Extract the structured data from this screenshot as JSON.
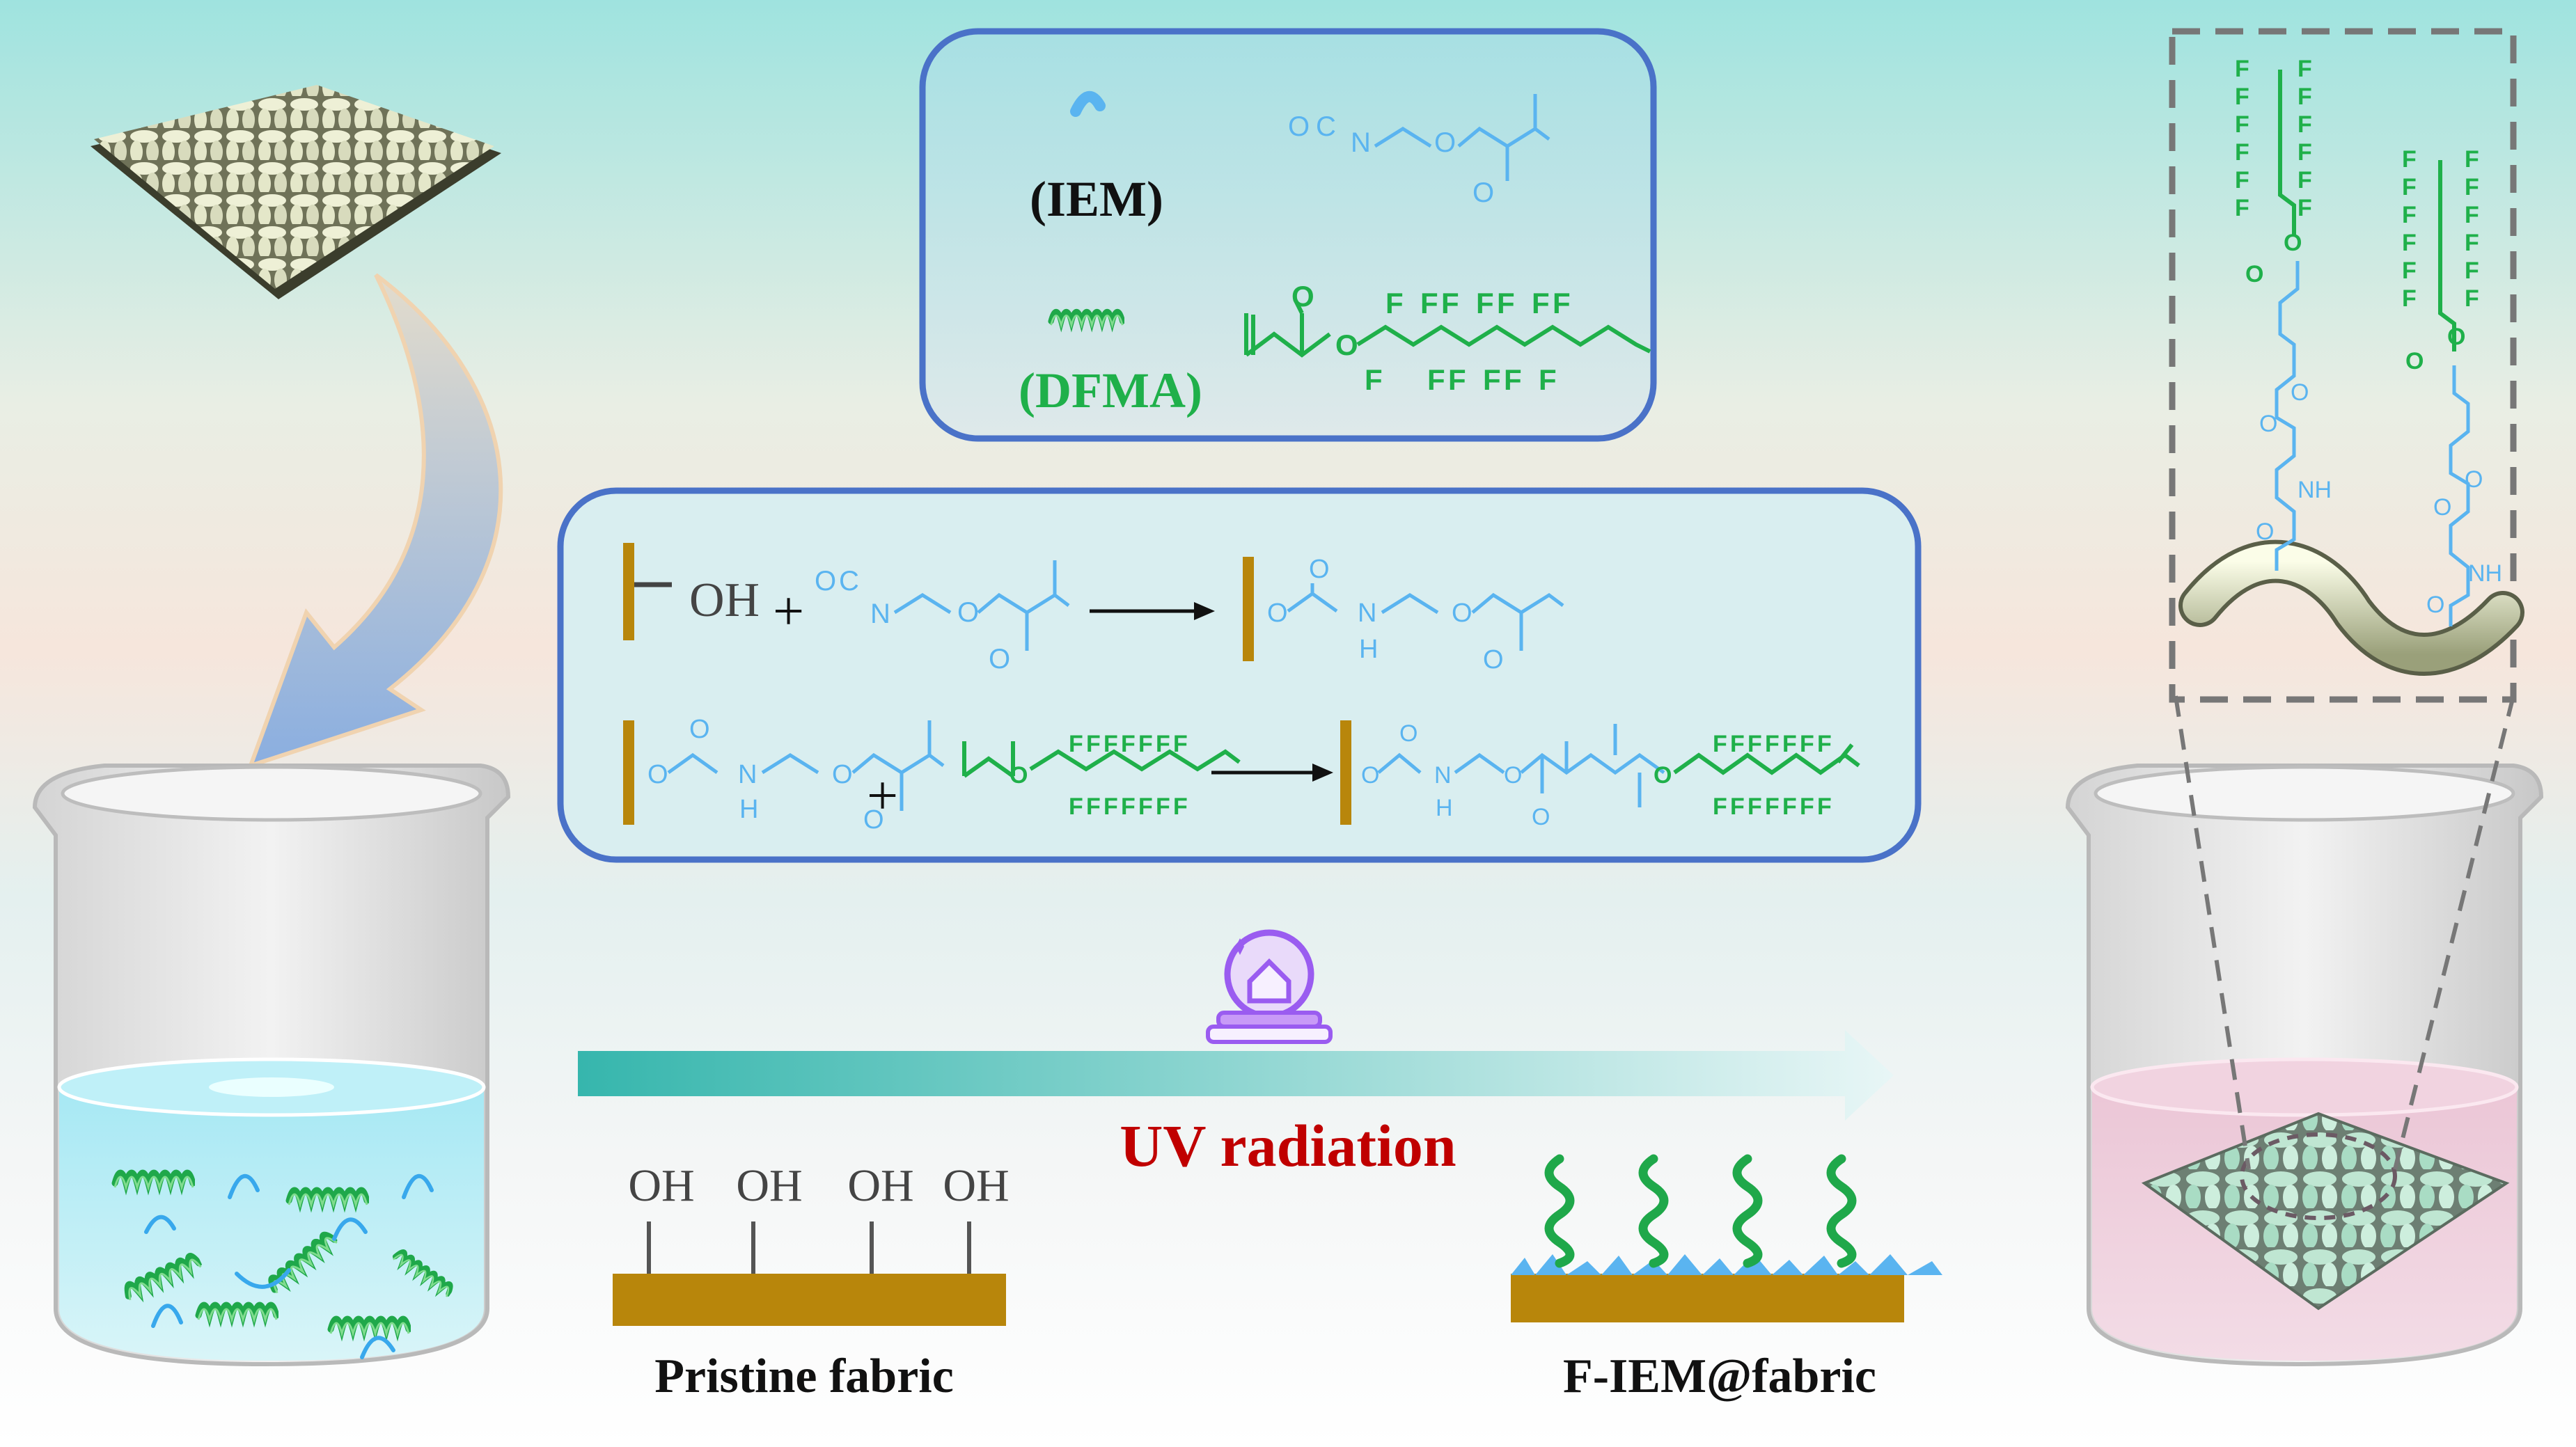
{
  "legend": {
    "iem_label": "(IEM)",
    "dfma_label": "(DFMA)"
  },
  "chem": {
    "iem_formula_left": "O",
    "iem_formula_c": "C",
    "iem_formula_n": "N",
    "oxygen": "O",
    "fluorine": "F",
    "nh": "NH",
    "n": "N",
    "h": "H",
    "plus": "+",
    "oh": "OH"
  },
  "process": {
    "uv_label": "UV radiation",
    "pristine_label": "Pristine fabric",
    "modified_label": "F-IEM@fabric"
  },
  "colors": {
    "iem_blue": "#5ab4f0",
    "dfma_green": "#1fb04a",
    "fabric_gold": "#b8860b",
    "box_border": "#4a72c8",
    "uv_red": "#c00000"
  },
  "icons": [
    "uv-lamp-icon",
    "fabric-weave-icon",
    "beaker-icon",
    "arrow-icon"
  ]
}
